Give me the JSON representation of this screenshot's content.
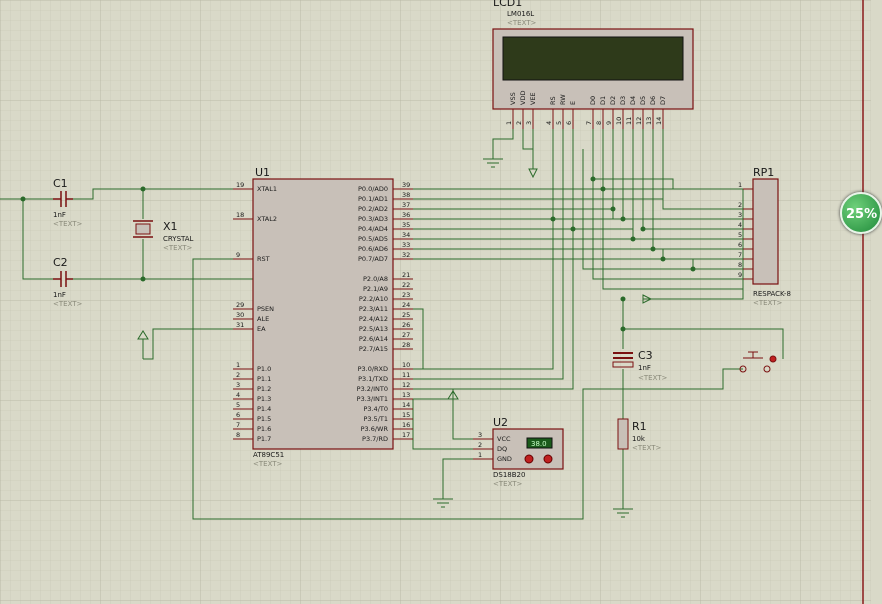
{
  "zoom": "25%",
  "components": {
    "lcd": {
      "ref": "LCD1",
      "value": "LM016L",
      "text": "<TEXT>",
      "pin_names": [
        "VSS",
        "VDD",
        "VEE",
        "RS",
        "RW",
        "E",
        "D0",
        "D1",
        "D2",
        "D3",
        "D4",
        "D5",
        "D6",
        "D7"
      ],
      "pin_numbers": [
        "1",
        "2",
        "3",
        "4",
        "5",
        "6",
        "7",
        "8",
        "9",
        "10",
        "11",
        "12",
        "13",
        "14"
      ]
    },
    "u1": {
      "ref": "U1",
      "value": "AT89C51",
      "text": "<TEXT>",
      "left_pins": [
        {
          "name": "XTAL1",
          "num": "19"
        },
        {
          "name": "XTAL2",
          "num": "18"
        },
        {
          "name": "RST",
          "num": "9"
        },
        {
          "name": "PSEN",
          "num": "29"
        },
        {
          "name": "ALE",
          "num": "30"
        },
        {
          "name": "EA",
          "num": "31"
        },
        {
          "name": "P1.0",
          "num": "1"
        },
        {
          "name": "P1.1",
          "num": "2"
        },
        {
          "name": "P1.2",
          "num": "3"
        },
        {
          "name": "P1.3",
          "num": "4"
        },
        {
          "name": "P1.4",
          "num": "5"
        },
        {
          "name": "P1.5",
          "num": "6"
        },
        {
          "name": "P1.6",
          "num": "7"
        },
        {
          "name": "P1.7",
          "num": "8"
        }
      ],
      "right_pins": [
        {
          "name": "P0.0/AD0",
          "num": "39"
        },
        {
          "name": "P0.1/AD1",
          "num": "38"
        },
        {
          "name": "P0.2/AD2",
          "num": "37"
        },
        {
          "name": "P0.3/AD3",
          "num": "36"
        },
        {
          "name": "P0.4/AD4",
          "num": "35"
        },
        {
          "name": "P0.5/AD5",
          "num": "34"
        },
        {
          "name": "P0.6/AD6",
          "num": "33"
        },
        {
          "name": "P0.7/AD7",
          "num": "32"
        },
        {
          "name": "P2.0/A8",
          "num": "21"
        },
        {
          "name": "P2.1/A9",
          "num": "22"
        },
        {
          "name": "P2.2/A10",
          "num": "23"
        },
        {
          "name": "P2.3/A11",
          "num": "24"
        },
        {
          "name": "P2.4/A12",
          "num": "25"
        },
        {
          "name": "P2.5/A13",
          "num": "26"
        },
        {
          "name": "P2.6/A14",
          "num": "27"
        },
        {
          "name": "P2.7/A15",
          "num": "28"
        },
        {
          "name": "P3.0/RXD",
          "num": "10"
        },
        {
          "name": "P3.1/TXD",
          "num": "11"
        },
        {
          "name": "P3.2/INT0",
          "num": "12"
        },
        {
          "name": "P3.3/INT1",
          "num": "13"
        },
        {
          "name": "P3.4/T0",
          "num": "14"
        },
        {
          "name": "P3.5/T1",
          "num": "15"
        },
        {
          "name": "P3.6/WR",
          "num": "16"
        },
        {
          "name": "P3.7/RD",
          "num": "17"
        }
      ]
    },
    "c1": {
      "ref": "C1",
      "value": "1nF",
      "text": "<TEXT>"
    },
    "c2": {
      "ref": "C2",
      "value": "1nF",
      "text": "<TEXT>"
    },
    "x1": {
      "ref": "X1",
      "value": "CRYSTAL",
      "text": "<TEXT>"
    },
    "rp1": {
      "ref": "RP1",
      "value": "RESPACK-8",
      "text": "<TEXT>",
      "pin_numbers": [
        "1",
        "2",
        "3",
        "4",
        "5",
        "6",
        "7",
        "8",
        "9"
      ]
    },
    "c3": {
      "ref": "C3",
      "value": "1nF",
      "text": "<TEXT>"
    },
    "r1": {
      "ref": "R1",
      "value": "10k",
      "text": "<TEXT>"
    },
    "u2": {
      "ref": "U2",
      "value": "DS18B20",
      "text": "<TEXT>",
      "pins": [
        {
          "name": "VCC",
          "num": "3"
        },
        {
          "name": "DQ",
          "num": "2"
        },
        {
          "name": "GND",
          "num": "1"
        }
      ],
      "reading": "38.0"
    }
  }
}
